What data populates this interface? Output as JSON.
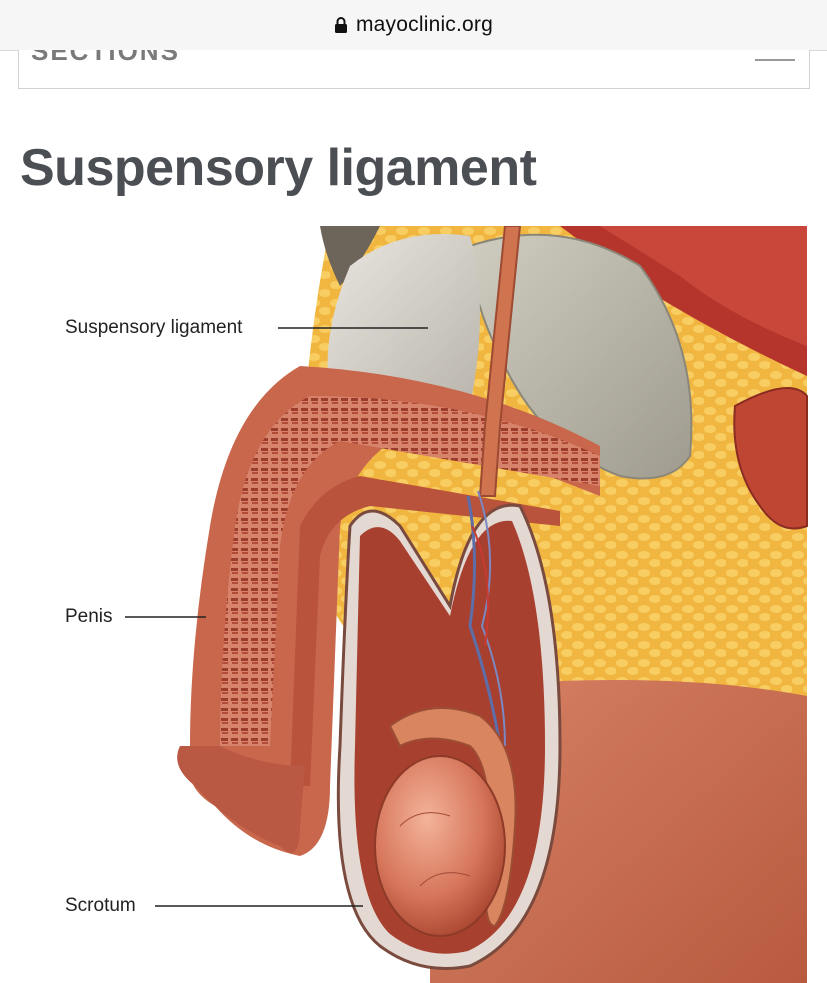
{
  "browser": {
    "url": "mayoclinic.org",
    "lock_icon": "lock-icon"
  },
  "sections_bar": {
    "label": "SECTIONS",
    "menu_icon": "hamburger-menu-icon"
  },
  "page": {
    "title": "Suspensory ligament"
  },
  "illustration": {
    "labels": {
      "suspensory_ligament": "Suspensory ligament",
      "penis": "Penis",
      "scrotum": "Scrotum"
    }
  }
}
